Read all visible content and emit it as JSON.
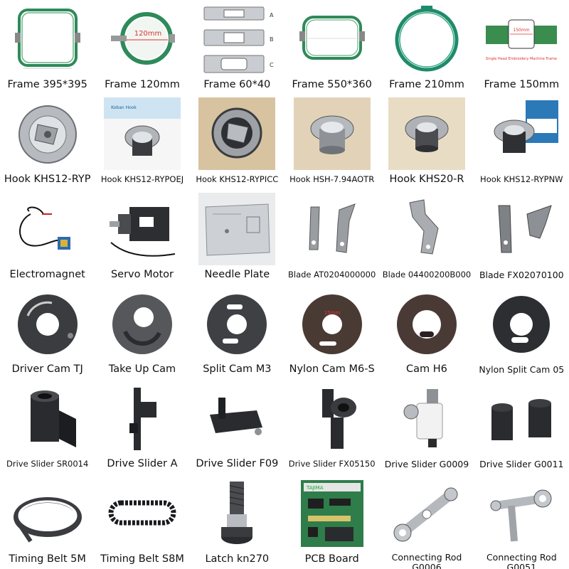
{
  "palette": {
    "frame_green": "#2f8a5a",
    "metal": "#a8acb0",
    "dark_metal": "#3a3c40",
    "pcb_green": "#2f7d4a"
  },
  "items": [
    {
      "label": "Frame 395*395",
      "icon": "square-hoop-icon"
    },
    {
      "label": "Frame 120mm",
      "icon": "round-hoop-icon",
      "caption": "120mm"
    },
    {
      "label": "Frame 60*40",
      "icon": "clamp-frame-icon",
      "markers": [
        "A",
        "B",
        "C"
      ]
    },
    {
      "label": "Frame 550*360",
      "icon": "rect-hoop-icon"
    },
    {
      "label": "Frame 210mm",
      "icon": "round-hoop-icon"
    },
    {
      "label": "Frame 150mm",
      "icon": "machine-frame-icon",
      "caption": "150mm",
      "note": "Single Head Embroidery Machine Frame"
    },
    {
      "label": "Hook KHS12-RYP",
      "icon": "rotary-hook-icon"
    },
    {
      "label": "Hook KHS12-RYPOEJ",
      "icon": "rotary-hook-icon",
      "box_text": "Koban Hook"
    },
    {
      "label": "Hook KHS12-RYPICC",
      "icon": "rotary-hook-icon"
    },
    {
      "label": "Hook HSH-7.94AOTR",
      "icon": "rotary-hook-icon"
    },
    {
      "label": "Hook KHS20-R",
      "icon": "rotary-hook-icon"
    },
    {
      "label": "Hook KHS12-RYPNW",
      "icon": "rotary-hook-icon"
    },
    {
      "label": "Electromagnet",
      "icon": "electromagnet-icon"
    },
    {
      "label": "Servo Motor",
      "icon": "servo-motor-icon"
    },
    {
      "label": "Needle Plate",
      "icon": "needle-plate-icon"
    },
    {
      "label": "Blade AT0204000000",
      "icon": "blade-icon"
    },
    {
      "label": "Blade 04400200B000",
      "icon": "blade-icon"
    },
    {
      "label": "Blade FX02070100",
      "icon": "blade-icon"
    },
    {
      "label": "Driver Cam TJ",
      "icon": "cam-icon"
    },
    {
      "label": "Take Up Cam",
      "icon": "cam-icon"
    },
    {
      "label": "Split Cam M3",
      "icon": "cam-icon"
    },
    {
      "label": "Nylon Cam M6-S",
      "icon": "cam-icon",
      "caption": "15mm"
    },
    {
      "label": "Cam H6",
      "icon": "cam-icon"
    },
    {
      "label": "Nylon Split Cam 05",
      "icon": "cam-icon"
    },
    {
      "label": "Drive Slider SR0014",
      "icon": "slider-icon"
    },
    {
      "label": "Drive Slider A",
      "icon": "slider-icon"
    },
    {
      "label": "Drive Slider F09",
      "icon": "slider-icon"
    },
    {
      "label": "Drive Slider FX05150",
      "icon": "slider-icon"
    },
    {
      "label": "Drive Slider G0009",
      "icon": "slider-icon"
    },
    {
      "label": "Drive Slider G0011",
      "icon": "slider-icon"
    },
    {
      "label": "Timing Belt 5M",
      "icon": "belt-roll-icon"
    },
    {
      "label": "Timing Belt S8M",
      "icon": "timing-belt-icon"
    },
    {
      "label": "Latch kn270",
      "icon": "latch-icon"
    },
    {
      "label": "PCB Board",
      "icon": "pcb-icon",
      "board_text": "TAJIMA"
    },
    {
      "label": "Connecting Rod G0006",
      "icon": "connecting-rod-icon"
    },
    {
      "label": "Connecting Rod G0051",
      "icon": "connecting-rod-icon"
    }
  ]
}
